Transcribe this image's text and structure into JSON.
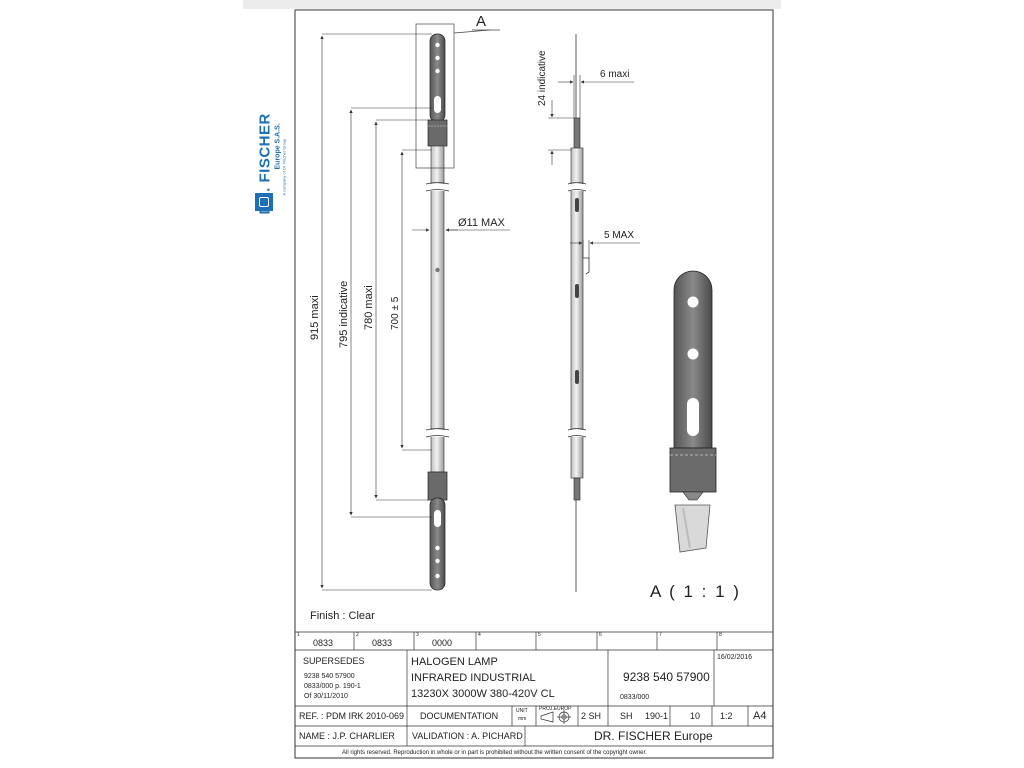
{
  "logo": {
    "brand": "DR. FISCHER",
    "subtitle": "Europe S.A.S.",
    "tagline": "A company of Dr. Fischer Group"
  },
  "drawing": {
    "detail_marker": "A",
    "dimensions": {
      "overall": "915 maxi",
      "indicative": "795 indicative",
      "maxi": "780 maxi",
      "tolerance": "700 ± 5",
      "diameter": "Ø11 MAX",
      "side_top": "24 indicative",
      "side_width": "6 maxi",
      "side_offset": "5 MAX"
    },
    "detail_label": "A ( 1 : 1 )",
    "finish": "Finish : Clear"
  },
  "title_block": {
    "col_numbers": [
      "1",
      "2",
      "3",
      "4",
      "5",
      "6",
      "7",
      "8"
    ],
    "rev_row": [
      "0833",
      "0833",
      "0000"
    ],
    "supersedes_title": "SUPERSEDES",
    "supersedes_lines": [
      "9238 540 57900",
      "0833/000 p. 190-1",
      "Of 30/11/2010"
    ],
    "description": [
      "HALOGEN LAMP",
      "INFRARED INDUSTRIAL",
      "13230X 3000W 380-420V CL"
    ],
    "part_number": "9238 540 57900",
    "part_sub": "0833/000",
    "date": "16/02/2016",
    "ref": "REF. : PDM IRK 2010-069",
    "documentation": "DOCUMENTATION",
    "unit_label": "UNIT",
    "unit_value": "mm",
    "proj_label": "PROJ.EUROP",
    "sheets": "2 SH",
    "sh_label": "SH",
    "sh_value": "190-1",
    "sh_num": "10",
    "scale": "1:2",
    "format": "A4",
    "name": "NAME : J.P. CHARLIER",
    "validation": "VALIDATION : A. PICHARD",
    "company": "DR. FISCHER Europe",
    "copyright": "All rights reserved. Reproduction in whole or in part is prohibited without the written consent of the copyright owner."
  }
}
